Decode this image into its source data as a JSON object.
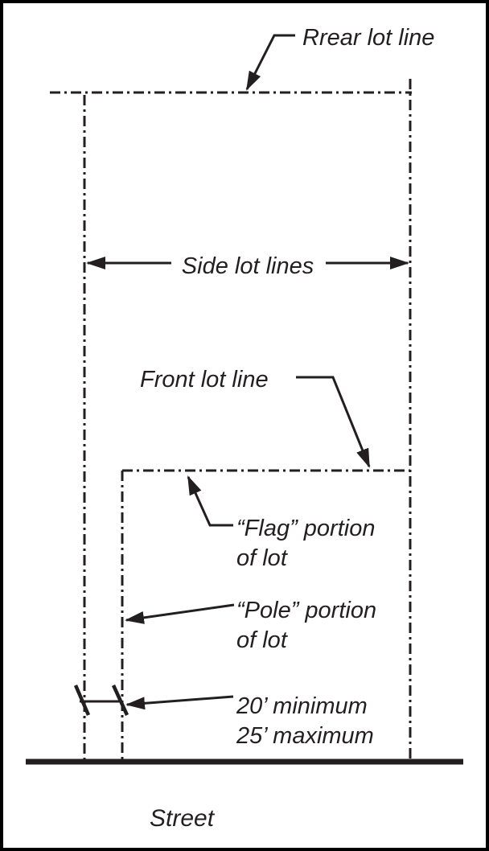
{
  "diagram": {
    "labels": {
      "rear_lot_line": "Rrear lot line",
      "side_lot_lines": "Side lot lines",
      "front_lot_line": "Front lot line",
      "flag_portion": [
        "“Flag” portion",
        "of lot"
      ],
      "pole_portion": [
        "“Pole” portion",
        "of lot"
      ],
      "pole_width_dimension": [
        "20’ minimum",
        "25’ maximum"
      ],
      "street": "Street"
    },
    "colors": {
      "ink": "#231f20",
      "background": "#ffffff",
      "border": "#000000"
    }
  }
}
